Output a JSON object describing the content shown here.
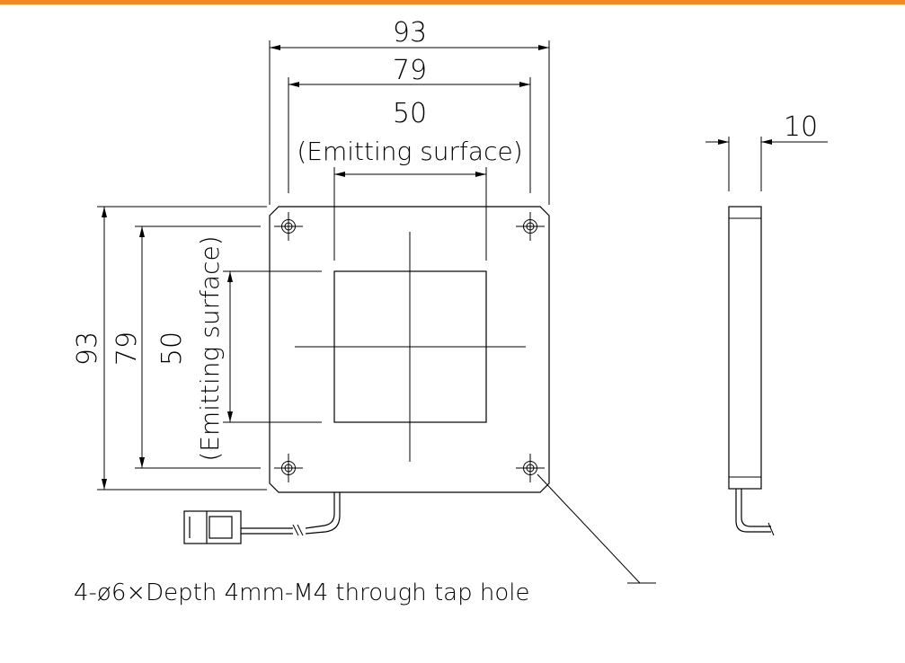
{
  "colors": {
    "accent_bar": "#f08a24",
    "line": "#000000",
    "background": "#ffffff"
  },
  "front_view": {
    "width_overall": "93",
    "width_holes": "79",
    "width_emitting": "50",
    "width_emitting_note": "(Emitting surface)",
    "height_overall": "93",
    "height_holes": "79",
    "height_emitting": "50",
    "height_emitting_note": "(Emitting surface)"
  },
  "side_view": {
    "thickness": "10"
  },
  "callout": {
    "holes": "4-ø6×Depth 4mm-M4 through tap hole"
  }
}
